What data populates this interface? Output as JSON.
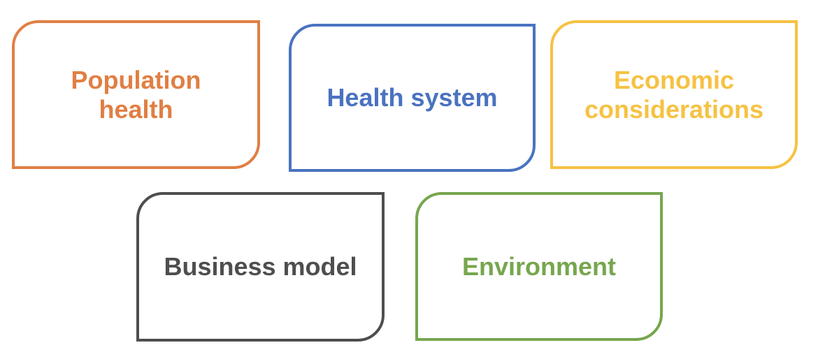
{
  "boxes": [
    {
      "id": "population",
      "label": "Population health",
      "color": "#E07F44"
    },
    {
      "id": "health",
      "label": "Health system",
      "color": "#4A72C0"
    },
    {
      "id": "economic",
      "label": "Economic considerations",
      "color": "#F6C243"
    },
    {
      "id": "business",
      "label": "Business model",
      "color": "#4E4E4E"
    },
    {
      "id": "environment",
      "label": "Environment",
      "color": "#77A64E"
    }
  ]
}
